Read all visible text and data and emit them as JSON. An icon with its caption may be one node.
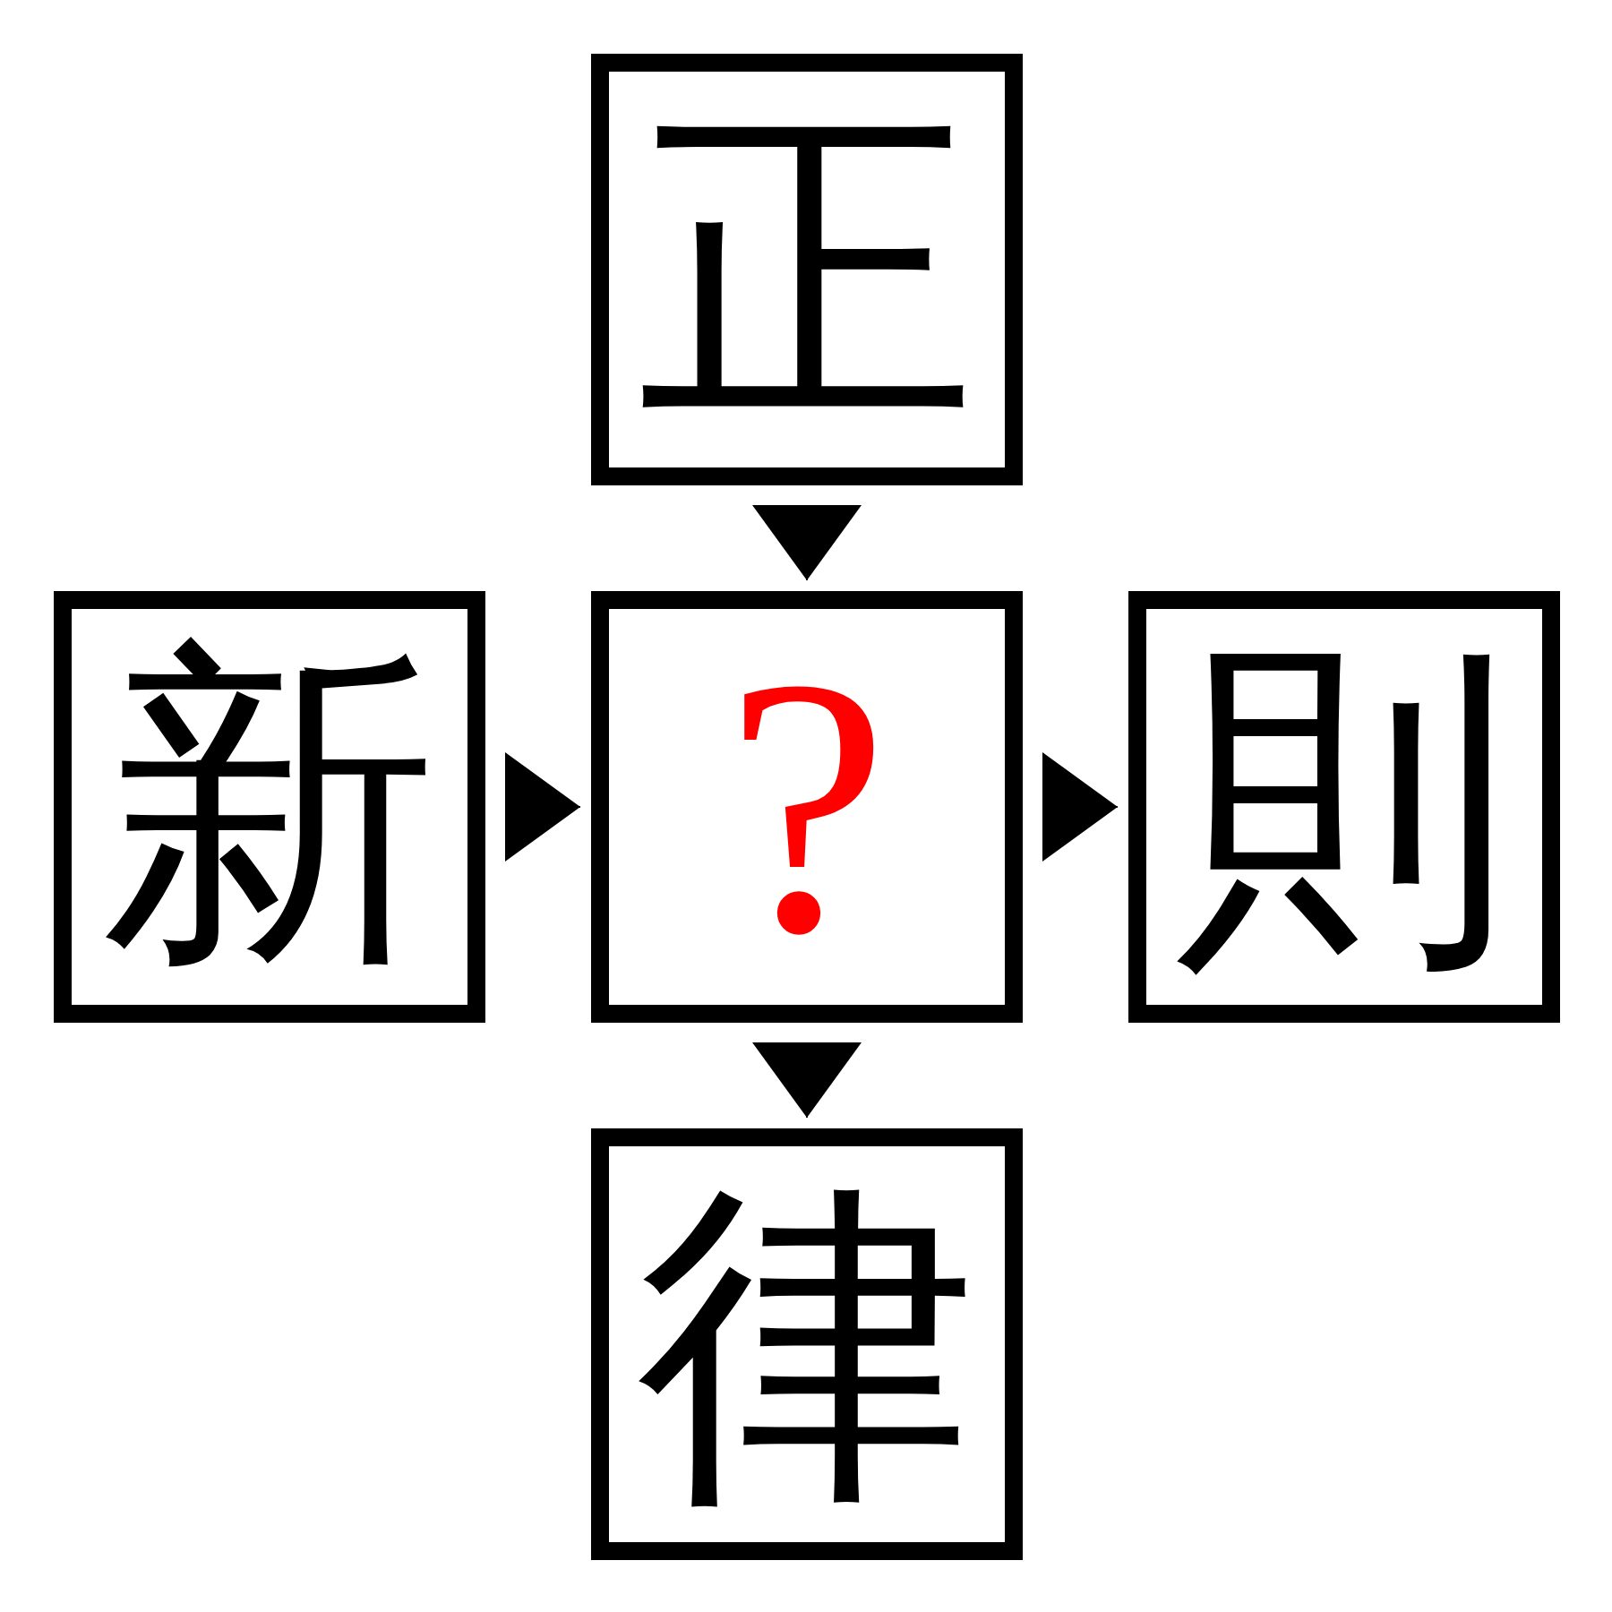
{
  "diagram": {
    "nodes": [
      {
        "text": [
          "正"
        ]
      },
      {
        "text": [
          "新"
        ]
      },
      {
        "text": [
          "?"
        ]
      },
      {
        "text": [
          "則"
        ]
      },
      {
        "text": [
          "律"
        ]
      }
    ],
    "edges": [
      {
        "from": 0,
        "to": 2,
        "arrow": "to"
      },
      {
        "from": 1,
        "to": 2,
        "arrow": "to"
      },
      {
        "from": 2,
        "to": 3,
        "arrow": "to"
      },
      {
        "from": 2,
        "to": 4,
        "arrow": "to"
      }
    ]
  }
}
